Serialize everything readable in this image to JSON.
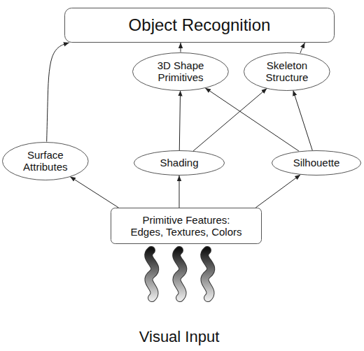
{
  "diagram": {
    "nodes": [
      {
        "text": [
          "Object Recognition"
        ]
      },
      {
        "text": [
          "3D Shape Primitives"
        ]
      },
      {
        "text": [
          "Skeleton Structure"
        ]
      },
      {
        "text": [
          "Surface Attributes"
        ]
      },
      {
        "text": [
          "Shading"
        ]
      },
      {
        "text": [
          "Silhouette"
        ]
      },
      {
        "text": [
          "Primitive Features: Edges, Textures, Colors"
        ]
      }
    ],
    "edges": [
      {
        "from": 6,
        "to": 3,
        "arrow": "to"
      },
      {
        "from": 6,
        "to": 4,
        "arrow": "to"
      },
      {
        "from": 6,
        "to": 5,
        "arrow": "to"
      },
      {
        "from": 3,
        "to": 0,
        "arrow": "to"
      },
      {
        "from": 4,
        "to": 1,
        "arrow": "to"
      },
      {
        "from": 4,
        "to": 2,
        "arrow": "to"
      },
      {
        "from": 5,
        "to": 1,
        "arrow": "to"
      },
      {
        "from": 5,
        "to": 2,
        "arrow": "to"
      },
      {
        "from": 1,
        "to": 0,
        "arrow": "to"
      },
      {
        "from": 2,
        "to": 0,
        "arrow": "to"
      }
    ],
    "labels": [
      "Visual Input"
    ]
  }
}
